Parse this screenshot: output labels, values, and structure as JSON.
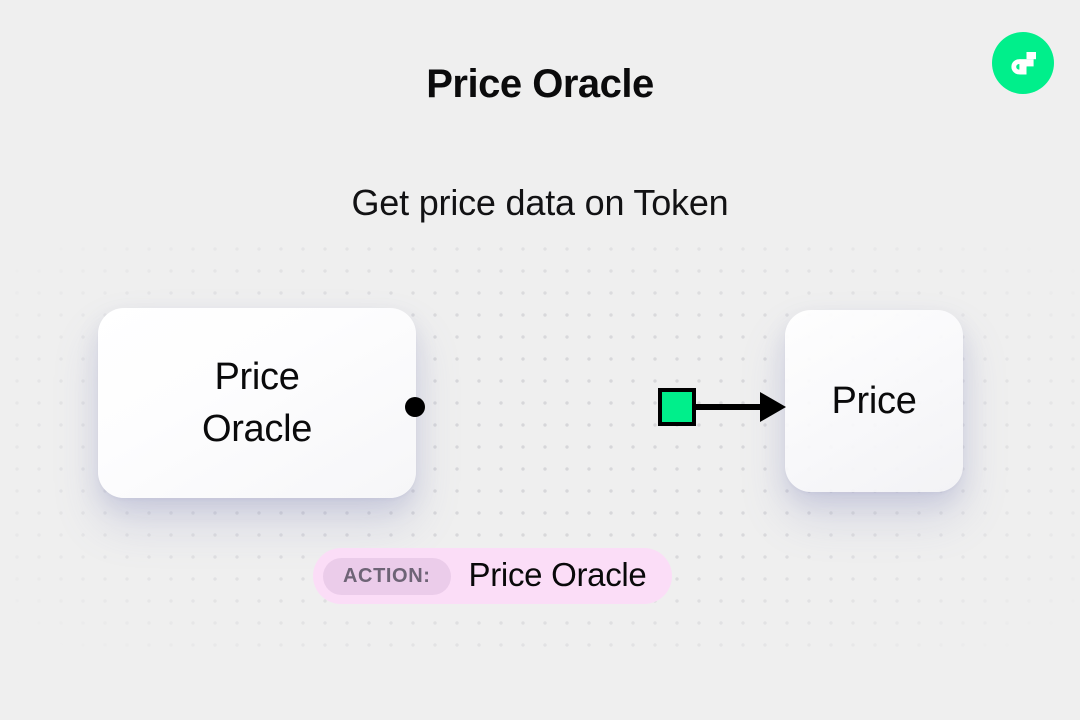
{
  "header": {
    "title": "Price Oracle",
    "subtitle": "Get price data on Token",
    "logo_icon": "flow-logo-icon",
    "logo_color": "#00EF8B"
  },
  "diagram": {
    "source_node": {
      "label_line_1": "Price",
      "label_line_2": "Oracle"
    },
    "target_node": {
      "label": "Price"
    },
    "connector": {
      "start_handle_icon": "connector-dot-icon",
      "packet_marker_icon": "green-square-marker-icon",
      "arrow_icon": "arrow-head-icon",
      "line_color": "#000000",
      "marker_color": "#00EF8B"
    }
  },
  "action_badge": {
    "key": "ACTION:",
    "value": "Price Oracle",
    "background_color": "#FBDDF7",
    "key_background_color": "#EBCCEA",
    "key_text_color": "#6E6476"
  },
  "canvas": {
    "background_color": "#EFEFEF",
    "dot_color": "#D6D6D9"
  }
}
